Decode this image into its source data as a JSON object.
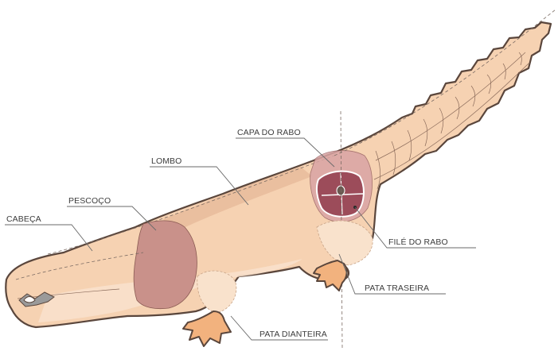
{
  "labels": {
    "capa_do_rabo": "CAPA DO RABO",
    "lombo": "LOMBO",
    "pescoco": "PESCOÇO",
    "cabeca": "CABEÇA",
    "file_do_rabo": "FILÉ DO RABO",
    "pata_traseira": "PATA TRASEIRA",
    "pata_dianteira": "PATA DIANTEIRA"
  },
  "colors": {
    "body": "#f6d2b2",
    "body_light": "#f9e2cc",
    "lombo_band": "#e9bc9c",
    "neck_cut": "#c9918a",
    "tail_section": "#d9a4a4",
    "cross_section": "#9c4c5a",
    "feet": "#f2b27e",
    "outline": "#5a463c"
  }
}
